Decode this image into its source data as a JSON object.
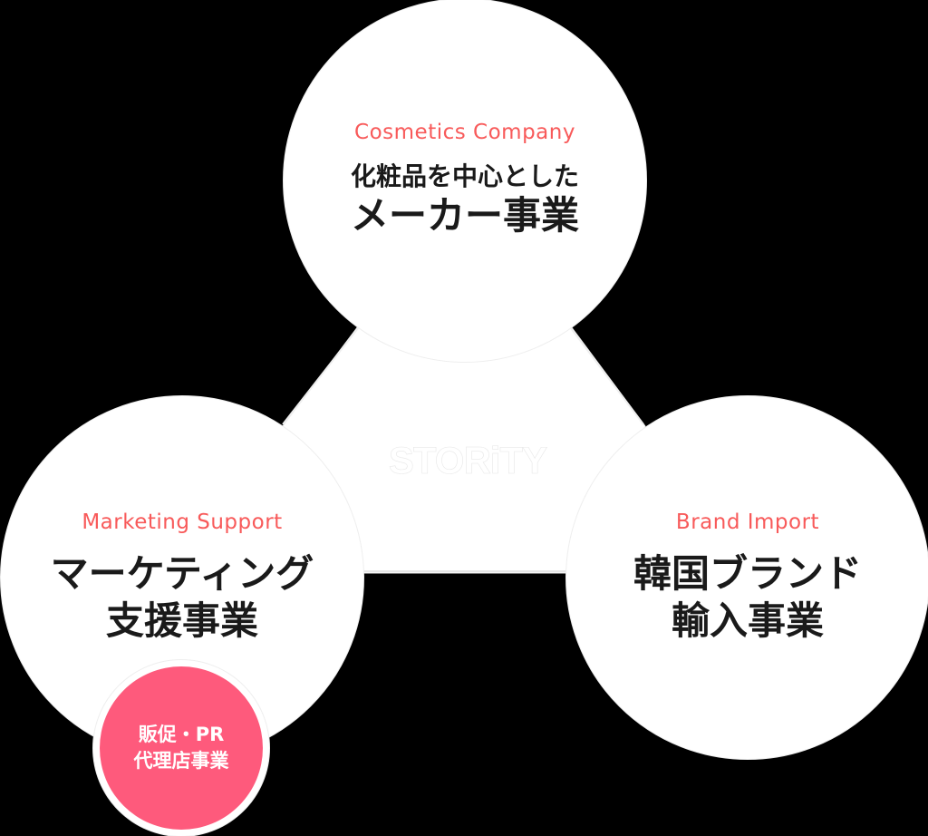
{
  "center_logo": "STORiTY",
  "nodes": [
    {
      "en": "Cosmetics Company",
      "ja_line1": "化粧品を中心とした",
      "ja_line2": "メーカー事業"
    },
    {
      "en": "Marketing Support",
      "ja_line1": "マーケティング",
      "ja_line2": "支援事業"
    },
    {
      "en": "Brand Import",
      "ja_line1": "韓国ブランド",
      "ja_line2": "輸入事業"
    }
  ],
  "sub_node": {
    "line1": "販促・PR",
    "line2": "代理店事業"
  },
  "colors": {
    "accent": "#f85a5a",
    "pink": "#fe5a7c",
    "background": "#000000"
  }
}
